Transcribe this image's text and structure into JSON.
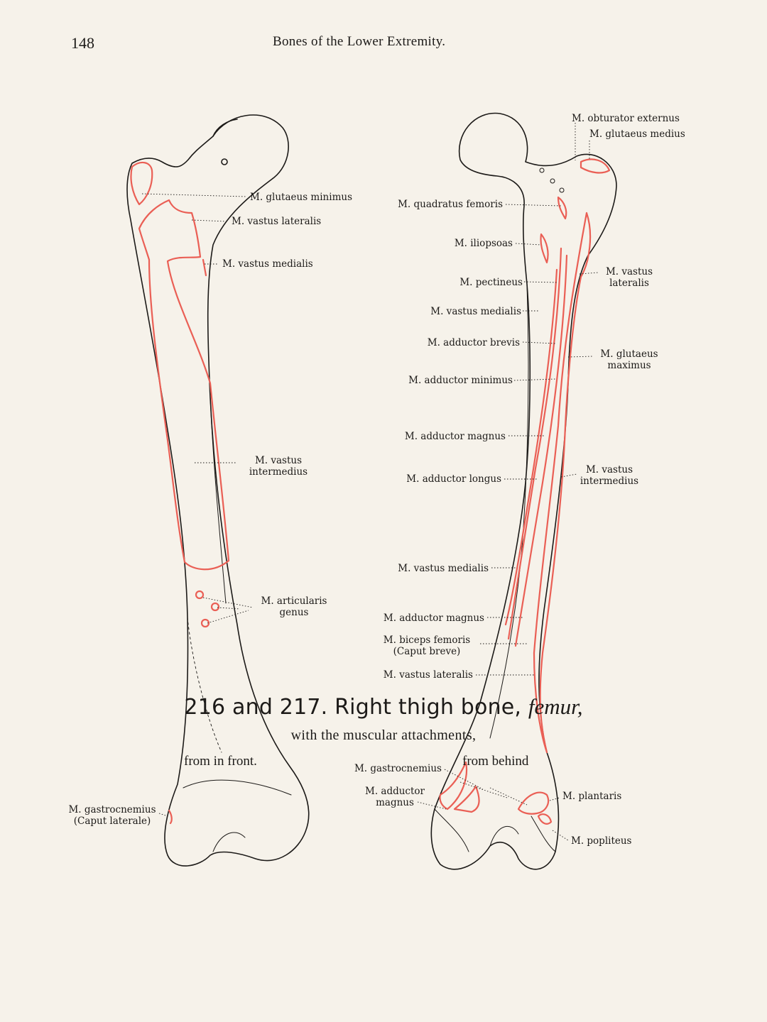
{
  "header": {
    "page_number": "148",
    "running_title": "Bones of the Lower Extremity."
  },
  "colors": {
    "paper": "#f6f2ea",
    "ink": "#1c1a18",
    "muscle_attachment": "#ea5f55"
  },
  "figure_front": {
    "labels": {
      "glutaeus_minimus": "M. glutaeus minimus",
      "vastus_lateralis": "M. vastus lateralis",
      "vastus_medialis": "M. vastus medialis",
      "vastus_intermedius_1": "M. vastus",
      "vastus_intermedius_2": "intermedius",
      "articularis_genus_1": "M. articularis",
      "articularis_genus_2": "genus",
      "gastrocnemius_1": "M. gastrocnemius",
      "gastrocnemius_2": "(Caput laterale)"
    }
  },
  "figure_back": {
    "labels": {
      "obturator_externus": "M. obturator externus",
      "glutaeus_medius": "M. glutaeus medius",
      "quadratus_femoris": "M. quadratus femoris",
      "iliopsoas": "M. iliopsoas",
      "vastus_lateralis_1": "M. vastus",
      "vastus_lateralis_2": "lateralis",
      "pectineus": "M. pectineus",
      "vastus_medialis_upper": "M. vastus medialis",
      "adductor_brevis": "M. adductor brevis",
      "glutaeus_maximus_1": "M. glutaeus",
      "glutaeus_maximus_2": "maximus",
      "adductor_minimus": "M. adductor minimus",
      "adductor_magnus_upper": "M. adductor magnus",
      "vastus_intermedius_1": "M. vastus",
      "vastus_intermedius_2": "intermedius",
      "adductor_longus": "M. adductor longus",
      "vastus_medialis_lower": "M. vastus medialis",
      "adductor_magnus_lower": "M. adductor magnus",
      "biceps_femoris_1": "M. biceps femoris",
      "biceps_femoris_2": "(Caput breve)",
      "vastus_lateralis_lower": "M. vastus lateralis",
      "gastrocnemius": "M. gastrocnemius",
      "adductor_magnus_distal_1": "M. adductor",
      "adductor_magnus_distal_2": "magnus",
      "plantaris": "M. plantaris",
      "popliteus": "M. popliteus"
    }
  },
  "caption": {
    "title": "216 and 217. Right thigh bone,",
    "title_italic": "femur,",
    "subtitle": "with the muscular attachments,",
    "view_front": "from in front.",
    "view_back": "from behind"
  }
}
